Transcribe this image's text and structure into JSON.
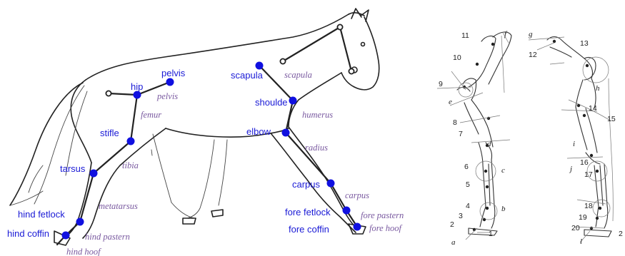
{
  "horse": {
    "joints": [
      {
        "id": "pelvis",
        "label": "pelvis"
      },
      {
        "id": "hip",
        "label": "hip"
      },
      {
        "id": "stifle",
        "label": "stifle"
      },
      {
        "id": "tarsus",
        "label": "tarsus"
      },
      {
        "id": "hind-fetlock",
        "label": "hind fetlock"
      },
      {
        "id": "hind-coffin",
        "label": "hind coffin"
      },
      {
        "id": "scapula",
        "label": "scapula"
      },
      {
        "id": "shoulder",
        "label": "shoulde"
      },
      {
        "id": "elbow",
        "label": "elbow"
      },
      {
        "id": "carpus",
        "label": "carpus"
      },
      {
        "id": "fore-fetlock",
        "label": "fore fetlock"
      },
      {
        "id": "fore-coffin",
        "label": "fore coffin"
      }
    ],
    "bones": [
      {
        "id": "pelvis",
        "label": "pelvis"
      },
      {
        "id": "femur",
        "label": "femur"
      },
      {
        "id": "tibia",
        "label": "tibia"
      },
      {
        "id": "metatarsus",
        "label": "metatarsus"
      },
      {
        "id": "hind-pastern",
        "label": "hind pastern"
      },
      {
        "id": "hind-hoof",
        "label": "hind hoof"
      },
      {
        "id": "scapula",
        "label": "scapula"
      },
      {
        "id": "humerus",
        "label": "humerus"
      },
      {
        "id": "radius",
        "label": "radius"
      },
      {
        "id": "carpus",
        "label": "carpus"
      },
      {
        "id": "fore-pastern",
        "label": "fore pastern"
      },
      {
        "id": "fore-hoof",
        "label": "fore hoof"
      }
    ],
    "joint_color": "#1010e0",
    "joint_label_color": "#1a1ad6",
    "bone_label_color": "#7a5aa0"
  },
  "hind_leg_reference": {
    "numbers": [
      "11",
      "10",
      "9",
      "8",
      "7",
      "6",
      "5",
      "4",
      "3",
      "2",
      "1"
    ],
    "letters": [
      "f",
      "e",
      "d",
      "c",
      "b",
      "a"
    ]
  },
  "fore_leg_reference": {
    "numbers": [
      "13",
      "12",
      "14",
      "15",
      "16",
      "17",
      "18",
      "19",
      "20",
      "2"
    ],
    "letters": [
      "g",
      "h",
      "i",
      "j",
      "l"
    ]
  }
}
